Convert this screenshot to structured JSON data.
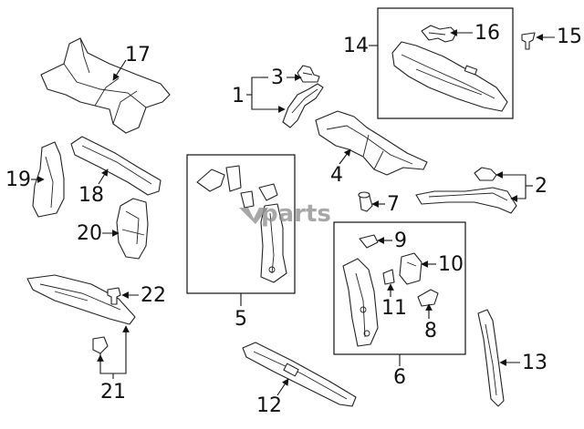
{
  "diagram": {
    "watermark": "parts",
    "callouts": [
      "1",
      "2",
      "3",
      "4",
      "5",
      "6",
      "7",
      "8",
      "9",
      "10",
      "11",
      "12",
      "13",
      "14",
      "15",
      "16",
      "17",
      "18",
      "19",
      "20",
      "21",
      "22"
    ]
  }
}
